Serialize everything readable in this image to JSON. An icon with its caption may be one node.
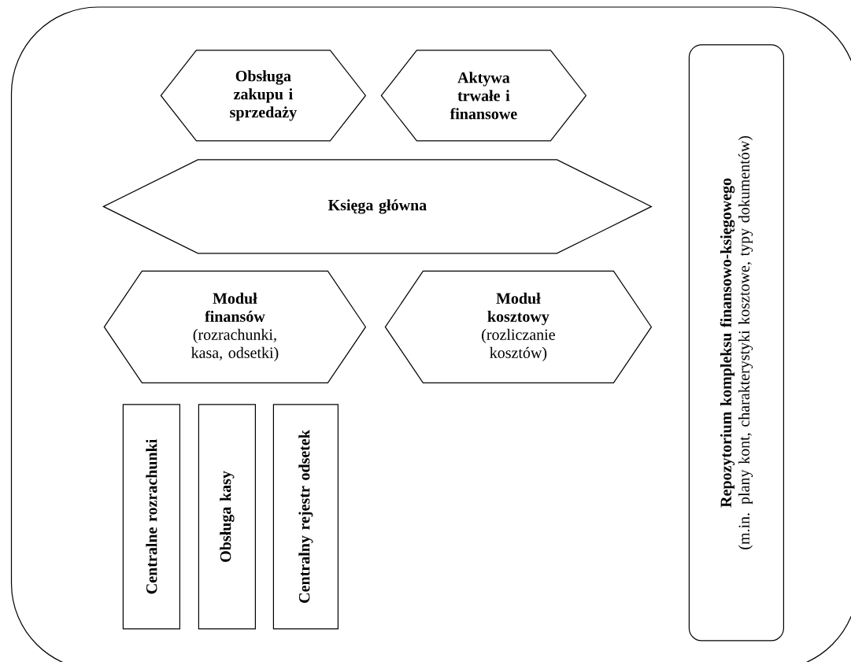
{
  "diagram": {
    "nodes": [
      {
        "text": [],
        "shape": "box"
      },
      {
        "text": [
          "Obsługa zakupu i sprzedaży"
        ],
        "in": 0
      },
      {
        "text": [
          "Aktywa trwałe i finansowe"
        ],
        "in": 0
      },
      {
        "text": [
          "Księga główna"
        ],
        "in": 0
      },
      {
        "text": [
          "Moduł finansów",
          "(rozrachunki, kasa, odsetki)"
        ],
        "in": 0
      },
      {
        "text": [
          "Moduł kosztowy",
          "(rozliczanie kosztów)"
        ],
        "in": 0
      },
      {
        "text": [
          "Centralne rozrachunki"
        ],
        "in": 0
      },
      {
        "text": [
          "Obsługa kasy"
        ],
        "in": 0
      },
      {
        "text": [
          "Centralny rejestr odsetek"
        ],
        "in": 0
      },
      {
        "text": [
          "Repozytorium kompleksu finansowo-księgowego",
          "(m.in. plany kont, charakterystyki kosztowe, typy dokumentów)"
        ],
        "in": 0
      }
    ]
  }
}
